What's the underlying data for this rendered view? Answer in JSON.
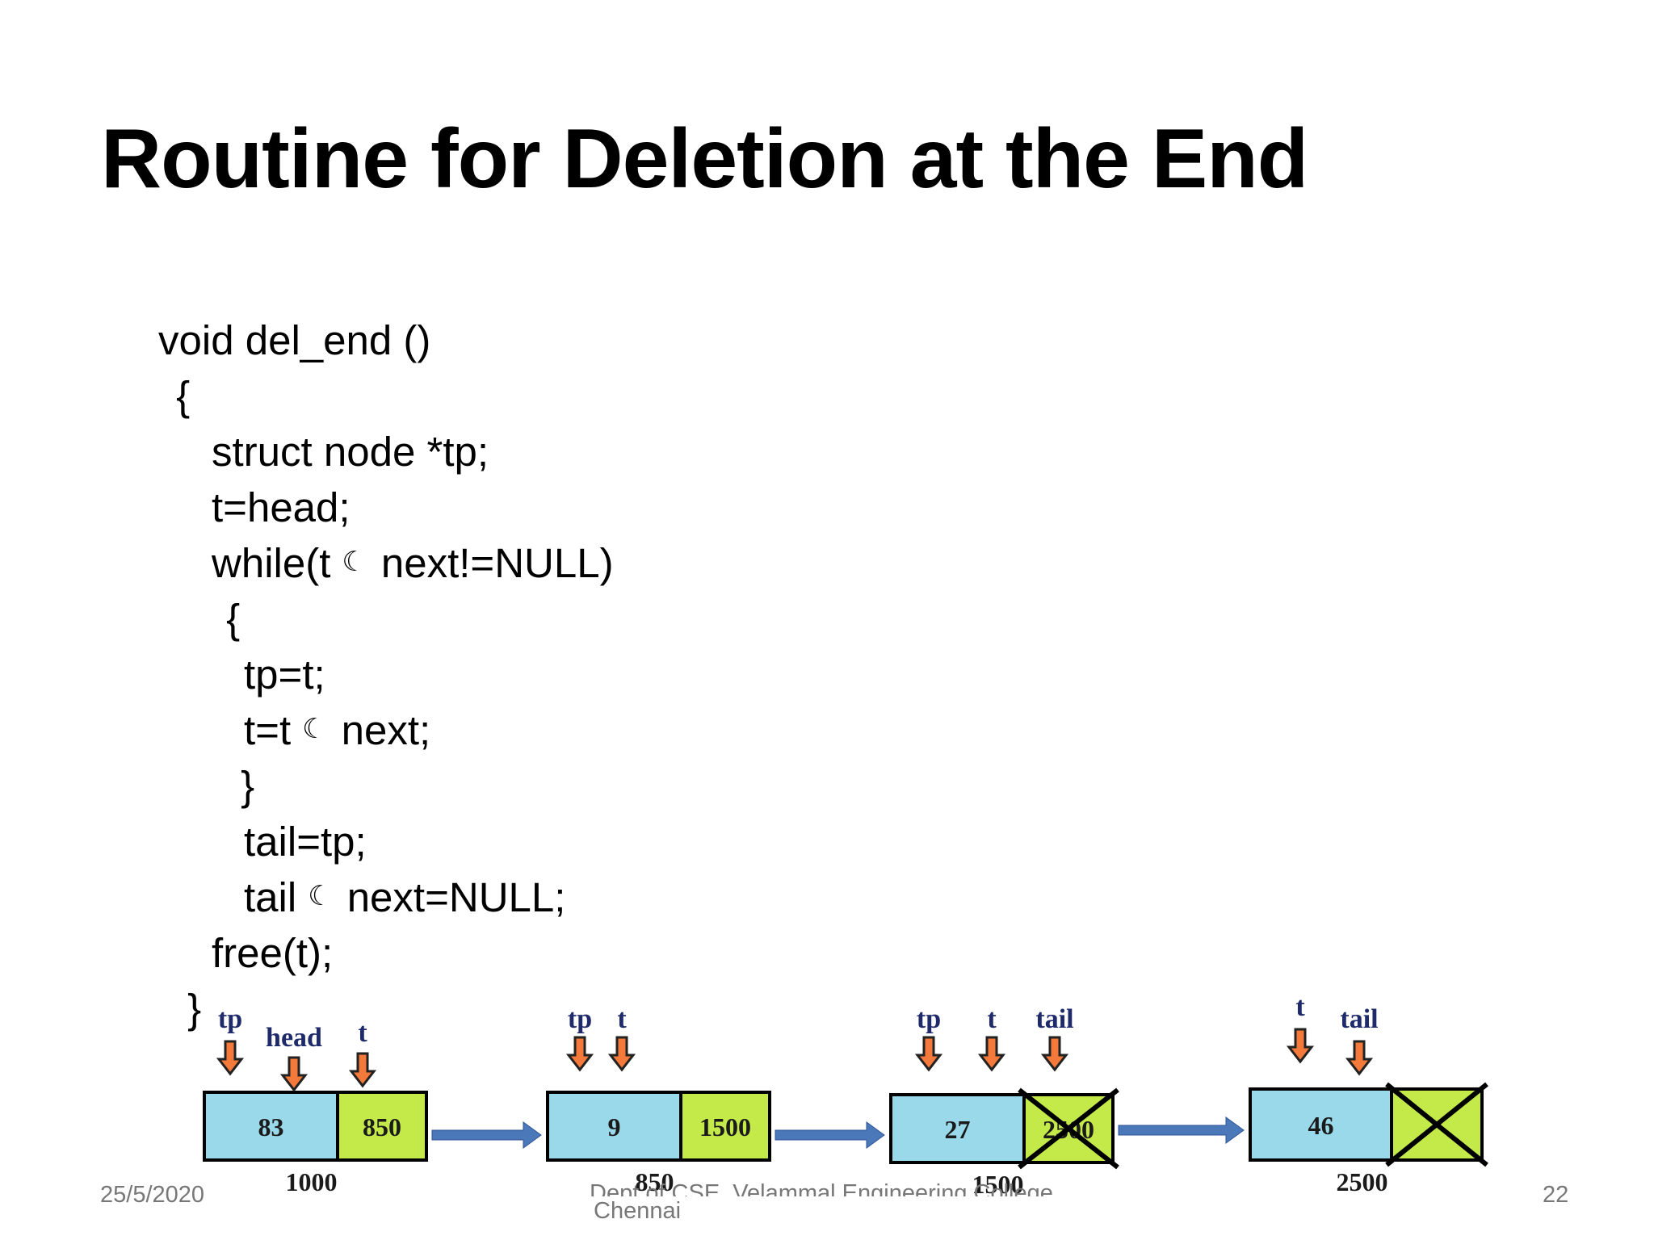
{
  "slide": {
    "title": "Routine for Deletion at the End",
    "code": [
      {
        "text": "void del_end ()"
      },
      {
        "text": " {"
      },
      {
        "text": "struct node *tp;"
      },
      {
        "text": "t=head;"
      },
      {
        "text": "while(t",
        "arrow": "☾",
        "after": "next!=NULL)"
      },
      {
        "text": " {"
      },
      {
        "text": "tp=t;"
      },
      {
        "text": "t=t",
        "arrow": "☾",
        "after": "next;"
      },
      {
        "text": " }"
      },
      {
        "text": "tail=tp;"
      },
      {
        "text": "tail",
        "arrow": "☾",
        "after": "next=NULL;"
      },
      {
        "text": "free(t);"
      },
      {
        "text": " }"
      }
    ],
    "footer": {
      "date": "25/5/2020",
      "dept_line1": "Dept of CSE, Velammal Engineering College,",
      "dept_line2": "Chennai",
      "page": "22"
    }
  },
  "diagram": {
    "nodes": [
      {
        "data": "83",
        "next": "850",
        "address": "1000",
        "deleted": false
      },
      {
        "data": "9",
        "next": "1500",
        "address": "850",
        "deleted": false
      },
      {
        "data": "27",
        "next": "2500",
        "address": "1500",
        "deleted": true
      },
      {
        "data": "46",
        "next": "",
        "address": "2500",
        "deleted": true
      }
    ],
    "pointer_labels": [
      {
        "label": "tp",
        "node": 0
      },
      {
        "label": "head",
        "node": 0
      },
      {
        "label": "t",
        "node": 0
      },
      {
        "label": "tp",
        "node": 1
      },
      {
        "label": "t",
        "node": 1
      },
      {
        "label": "tp",
        "node": 2
      },
      {
        "label": "t",
        "node": 2
      },
      {
        "label": "tail",
        "node": 2
      },
      {
        "label": "t",
        "node": 3
      },
      {
        "label": "tail",
        "node": 3
      }
    ],
    "colors": {
      "data_field": "#99d9ea",
      "next_field": "#c4ea4a",
      "pointer_label": "#1f2a6b",
      "pointer_arrow": "#f47a3c",
      "link_arrow": "#4a78b8"
    }
  }
}
